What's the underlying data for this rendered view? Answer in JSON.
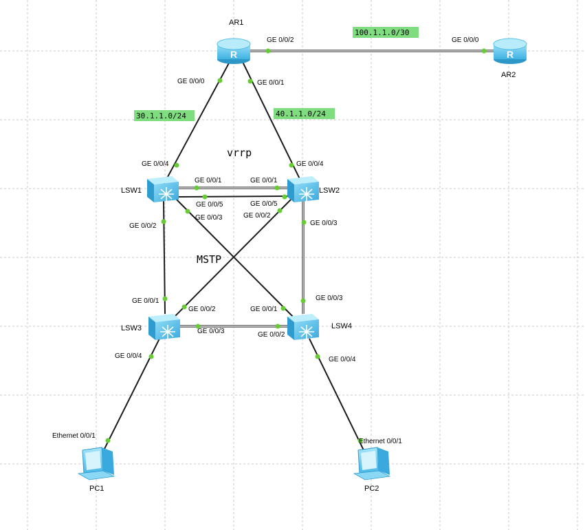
{
  "devices": {
    "ar1": "AR1",
    "ar2": "AR2",
    "lsw1": "LSW1",
    "lsw2": "LSW2",
    "lsw3": "LSW3",
    "lsw4": "LSW4",
    "pc1": "PC1",
    "pc2": "PC2"
  },
  "networks": {
    "ar1_ar2": "100.1.1.0/30",
    "ar1_lsw1": "30.1.1.0/24",
    "ar1_lsw2": "40.1.1.0/24"
  },
  "annotations": {
    "vrrp": "vrrp",
    "mstp": "MSTP"
  },
  "ports": {
    "ar1_ge002": "GE 0/0/2",
    "ar1_ge000": "GE 0/0/0",
    "ar1_ge001": "GE 0/0/1",
    "ar2_ge000": "GE 0/0/0",
    "lsw1_ge004": "GE 0/0/4",
    "lsw1_ge001": "GE 0/0/1",
    "lsw1_ge005": "GE 0/0/5",
    "lsw1_ge003": "GE 0/0/3",
    "lsw1_ge002": "GE 0/0/2",
    "lsw2_ge004": "GE 0/0/4",
    "lsw2_ge001": "GE 0/0/1",
    "lsw2_ge005": "GE 0/0/5",
    "lsw2_ge002": "GE 0/0/2",
    "lsw2_ge003": "GE 0/0/3",
    "lsw3_ge001": "GE 0/0/1",
    "lsw3_ge002": "GE 0/0/2",
    "lsw3_ge003": "GE 0/0/3",
    "lsw3_ge004": "GE 0/0/4",
    "lsw4_ge001": "GE 0/0/1",
    "lsw4_ge003": "GE 0/0/3",
    "lsw4_ge002": "GE 0/0/2",
    "lsw4_ge004": "GE 0/0/4",
    "pc1_eth": "Ethernet 0/0/1",
    "pc2_eth": "Ethernet 0/0/1"
  },
  "colors": {
    "netlabel_bg": "#7fdc7f",
    "port_dot": "#66cc33",
    "device_blue": "#5fc6ec",
    "grid": "#c8c8c8"
  }
}
